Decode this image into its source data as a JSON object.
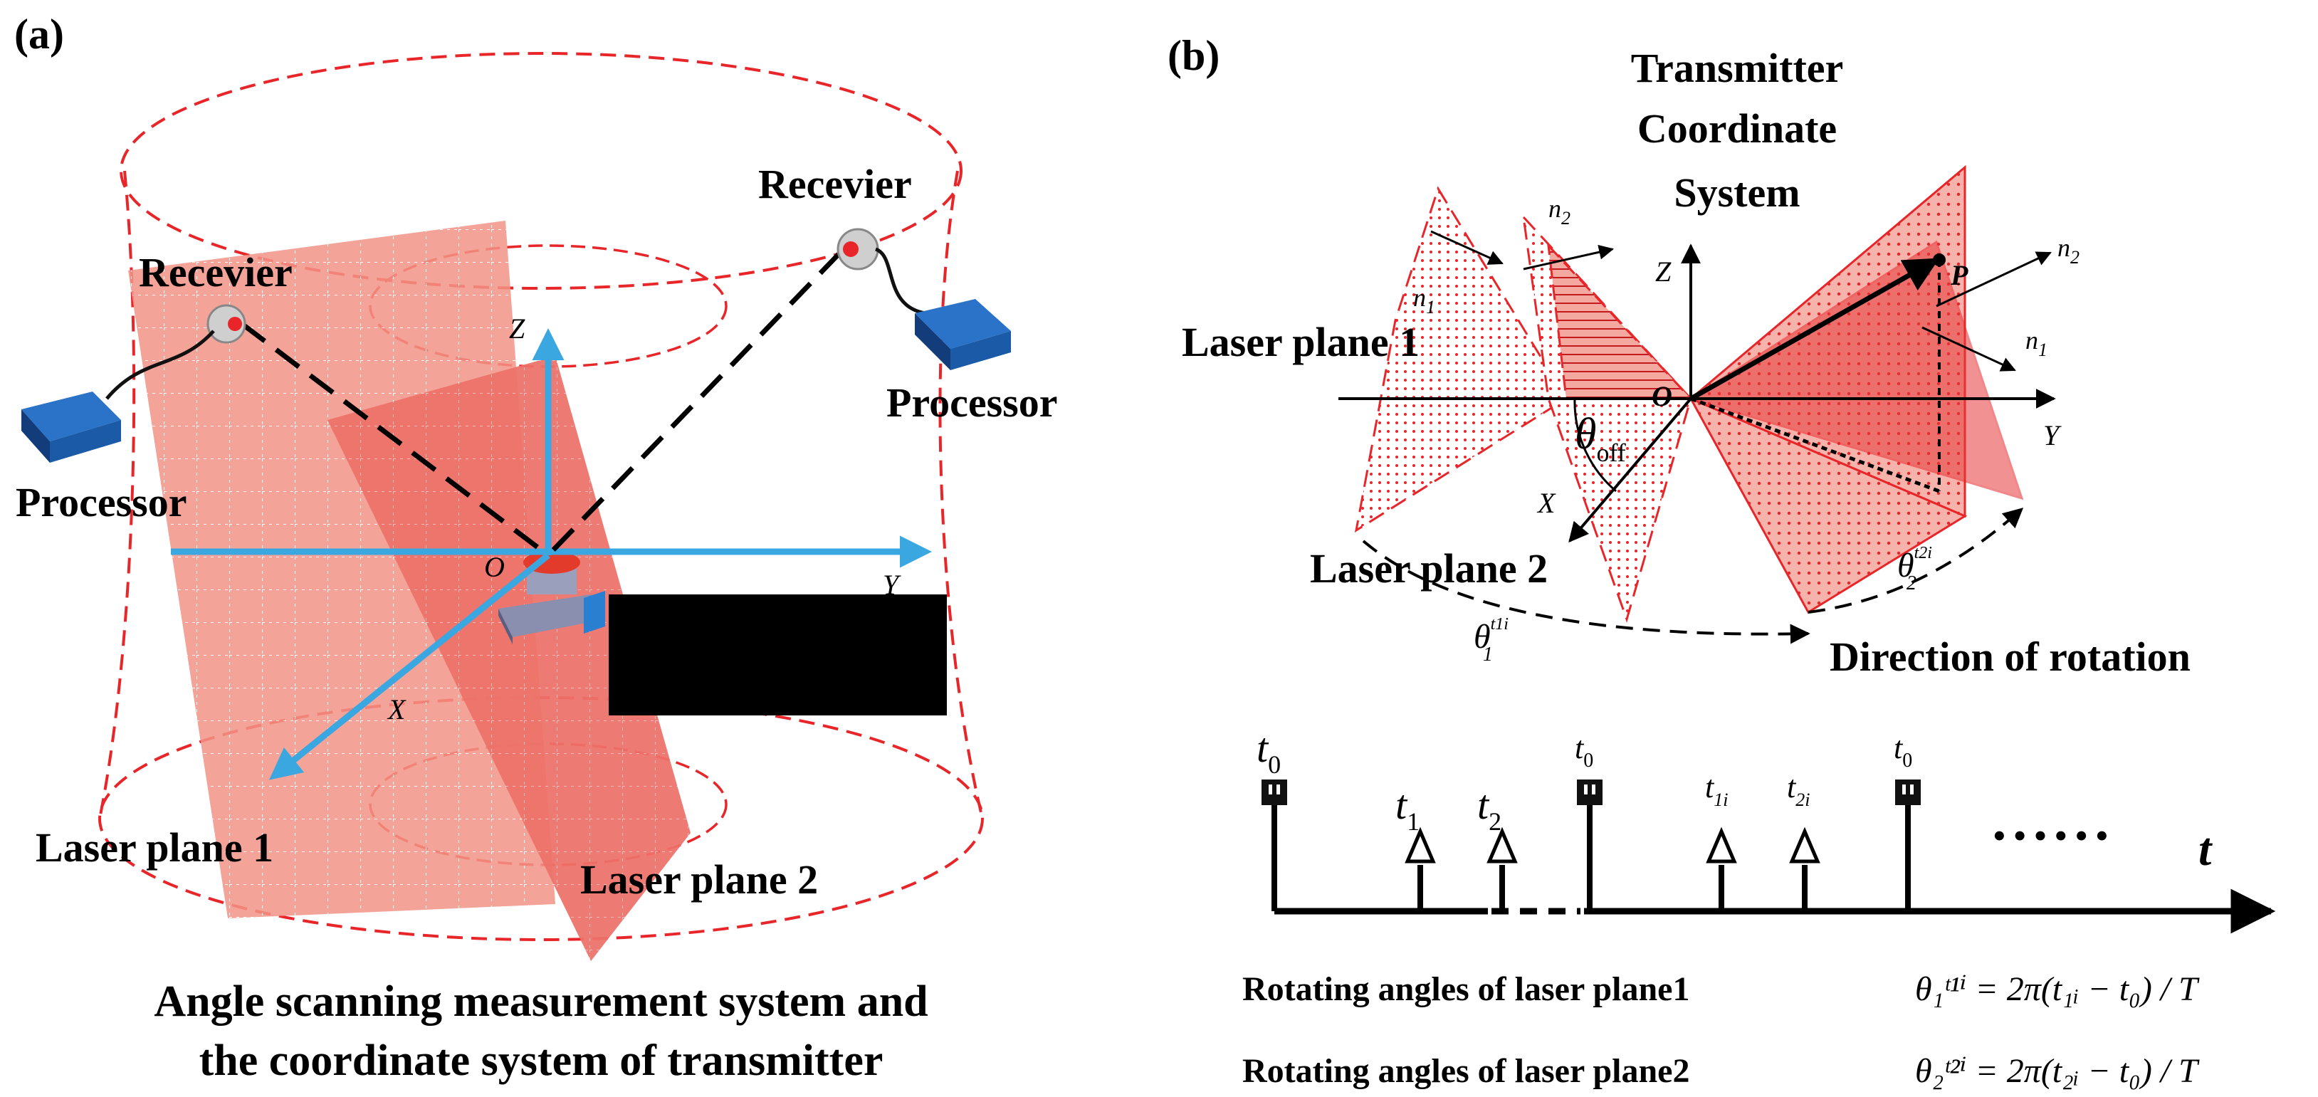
{
  "panel_a": {
    "label": "(a)",
    "receiver_left": "Recevier",
    "receiver_right": "Recevier",
    "processor_left": "Processor",
    "processor_right": "Processor",
    "axis_z": "Z",
    "axis_y": "Y",
    "axis_x": "X",
    "origin": "O",
    "laser_plane_1": "Laser plane 1",
    "laser_plane_2": "Laser plane 2",
    "caption_line1": "Angle scanning measurement system and",
    "caption_line2": "the coordinate system of transmitter"
  },
  "panel_b": {
    "label": "(b)",
    "title_line1": "Transmitter",
    "title_line2": "Coordinate",
    "title_line3": "System",
    "laser_plane_1": "Laser plane 1",
    "laser_plane_2": "Laser plane 2",
    "axis_z": "Z",
    "axis_y": "Y",
    "axis_x": "X",
    "origin": "O",
    "point_p": "P",
    "n1": "n",
    "n1_sub": "1",
    "n2": "n",
    "n2_sub": "2",
    "theta_off": "θ",
    "theta_off_sub": "off",
    "theta1": "θ",
    "theta1_sub": "1",
    "theta1_sup": "t1i",
    "theta2": "θ",
    "theta2_sub": "2",
    "theta2_sup": "t2i",
    "direction": "Direction of rotation"
  },
  "timing": {
    "t0_a": "t",
    "t0_a_sub": "0",
    "t1": "t",
    "t1_sub": "1",
    "t2": "t",
    "t2_sub": "2",
    "t0_b": "t",
    "t0_b_sub": "0",
    "t1i": "t",
    "t1i_sub": "1i",
    "t2i": "t",
    "t2i_sub": "2i",
    "t0_c": "t",
    "t0_c_sub": "0",
    "dots": "• • • • • •",
    "axis_t": "t"
  },
  "formulas": {
    "row1_label": "Rotating angles of laser plane1",
    "row1_formula": "θ₁ᵗ¹ⁱ = 2π(t₁ᵢ − t₀) / T",
    "row2_label": "Rotating angles of laser plane2",
    "row2_formula": "θ₂ᵗ²ⁱ = 2π(t₂ᵢ − t₀) / T"
  },
  "colors": {
    "red_dashed": "#e8262a",
    "plane_fill": "#f0877a",
    "plane_fill_dark": "#e6393a",
    "axis_blue": "#3ba7e0",
    "processor_blue": "#1a5aa6",
    "black": "#000000"
  }
}
